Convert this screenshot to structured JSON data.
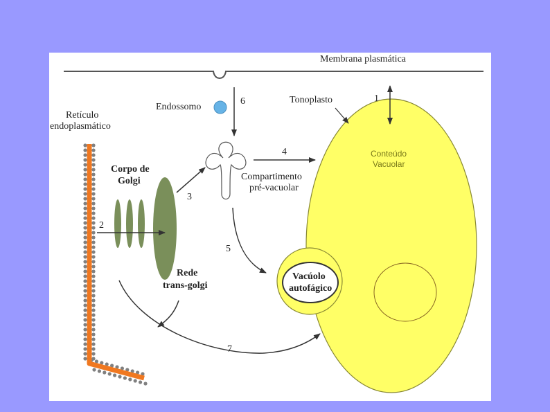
{
  "labels": {
    "membrana": "Membrana plasmática",
    "reticulo_1": "Retículo",
    "reticulo_2": "endoplasmático",
    "endossomo": "Endossomo",
    "n6": "6",
    "tonoplasto": "Tonoplasto",
    "n1": "1",
    "corpo_1": "Corpo de",
    "corpo_2": "Golgi",
    "n4": "4",
    "conteudo_1": "Conteúdo",
    "conteudo_2": "Vacuolar",
    "compart_1": "Compartimento",
    "compart_2": "pré-vacuolar",
    "n3": "3",
    "n2": "2",
    "n5": "5",
    "rede_1": "Rede",
    "rede_2": "trans-golgi",
    "vacuolo_1": "Vacúolo",
    "vacuolo_2": "autofágico",
    "n7": "7"
  },
  "colors": {
    "background": "#9999ff",
    "panel": "#ffffff",
    "vacuole": "#ffff66",
    "er": "#f07820",
    "ribosome": "#808080",
    "golgi": "#7a8f5a",
    "endosome": "#66b3e6"
  }
}
